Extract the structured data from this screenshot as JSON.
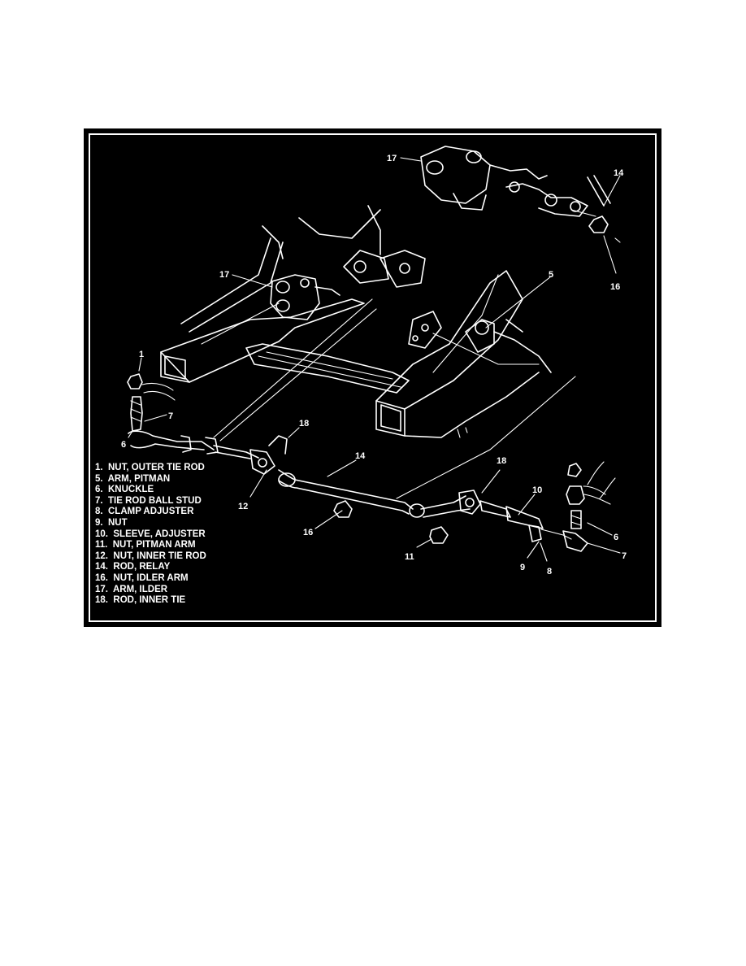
{
  "legend": [
    {
      "number": "1.",
      "label": "NUT, OUTER TIE ROD"
    },
    {
      "number": "5.",
      "label": "ARM, PITMAN"
    },
    {
      "number": "6.",
      "label": "KNUCKLE"
    },
    {
      "number": "7.",
      "label": "TIE ROD BALL STUD"
    },
    {
      "number": "8.",
      "label": "CLAMP ADJUSTER"
    },
    {
      "number": "9.",
      "label": "NUT"
    },
    {
      "number": "10.",
      "label": "SLEEVE, ADJUSTER"
    },
    {
      "number": "11.",
      "label": "NUT, PITMAN ARM"
    },
    {
      "number": "12.",
      "label": "NUT, INNER TIE ROD"
    },
    {
      "number": "14.",
      "label": "ROD, RELAY"
    },
    {
      "number": "16.",
      "label": "NUT, IDLER ARM"
    },
    {
      "number": "17.",
      "label": "ARM, ILDER"
    },
    {
      "number": "18.",
      "label": "ROD, INNER TIE"
    }
  ],
  "callouts": [
    "17",
    "14",
    "16",
    "17",
    "5",
    "1",
    "7",
    "6",
    "18",
    "14",
    "12",
    "16",
    "18",
    "10",
    "11",
    "6",
    "7",
    "9",
    "8"
  ],
  "colors": {
    "background": "#000000",
    "line": "#ffffff",
    "page": "#ffffff"
  }
}
